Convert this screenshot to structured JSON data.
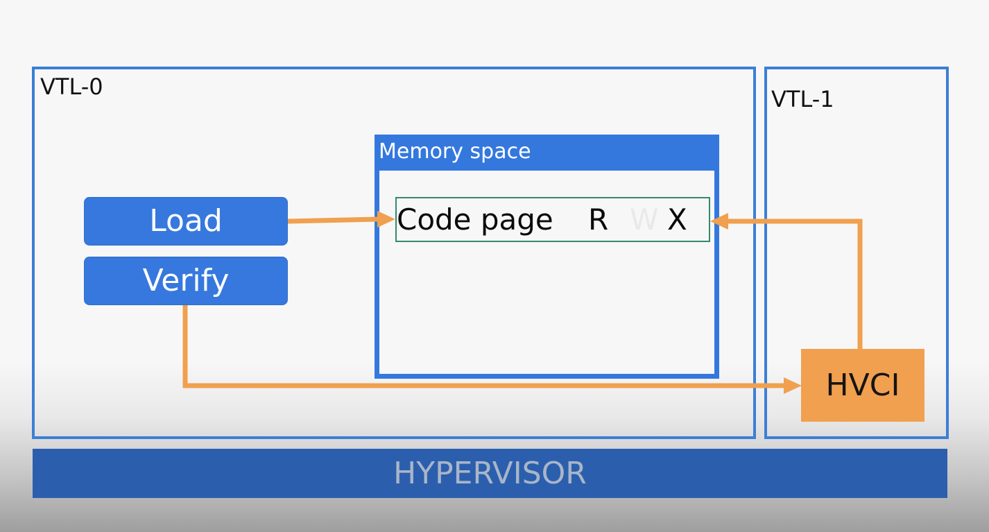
{
  "diagram": {
    "vtl0": {
      "label": "VTL-0"
    },
    "vtl1": {
      "label": "VTL-1"
    },
    "memory_space": {
      "label": "Memory space"
    },
    "code_page": {
      "label": "Code page",
      "permissions": {
        "read": "R",
        "write": "W",
        "execute": "X"
      }
    },
    "load_button": {
      "label": "Load"
    },
    "verify_button": {
      "label": "Verify"
    },
    "hvci": {
      "label": "HVCI"
    },
    "hypervisor": {
      "label": "HYPERVISOR"
    }
  },
  "colors": {
    "panel_border": "#3c7fd6",
    "button_fill": "#3678de",
    "arrow": "#f0a04e",
    "hvci_fill": "#f1a04f",
    "hypervisor_fill": "#2b5fae",
    "code_page_border": "#2f8a6d"
  }
}
